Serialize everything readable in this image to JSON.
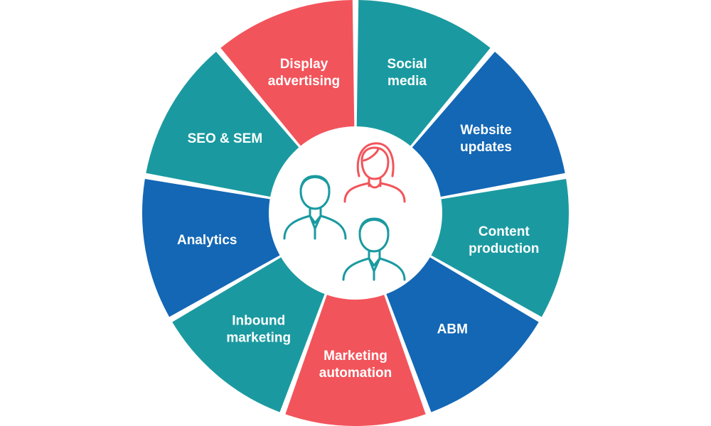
{
  "diagram": {
    "segments": [
      {
        "lines": [
          "Social",
          "media"
        ],
        "color": "#1a9aa0"
      },
      {
        "lines": [
          "Website",
          "updates"
        ],
        "color": "#1367b5"
      },
      {
        "lines": [
          "Content",
          "production"
        ],
        "color": "#1a9aa0"
      },
      {
        "lines": [
          "ABM"
        ],
        "color": "#1367b5"
      },
      {
        "lines": [
          "Marketing",
          "automation"
        ],
        "color": "#f2545b"
      },
      {
        "lines": [
          "Inbound",
          "marketing"
        ],
        "color": "#1a9aa0"
      },
      {
        "lines": [
          "Analytics"
        ],
        "color": "#1367b5"
      },
      {
        "lines": [
          "SEO & SEM"
        ],
        "color": "#1a9aa0"
      },
      {
        "lines": [
          "Display",
          "advertising"
        ],
        "color": "#f2545b"
      }
    ],
    "center_icon": "team-people-icon",
    "colors": {
      "teal": "#1a9aa0",
      "blue": "#1367b5",
      "coral": "#f2545b"
    }
  }
}
